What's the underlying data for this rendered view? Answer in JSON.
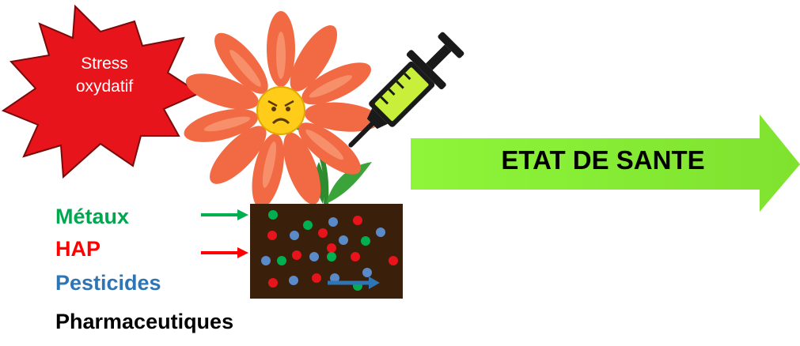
{
  "stress_burst": {
    "line1": "Stress",
    "line2": "oxydatif",
    "color": "#e8141c",
    "border_color": "#7a0a0a"
  },
  "main_arrow": {
    "label": "ETAT DE SANTE",
    "color": "#8ef53a"
  },
  "pollutants": [
    {
      "name": "Métaux",
      "color": "#00a650"
    },
    {
      "name": "HAP",
      "color": "#ff0000"
    },
    {
      "name": "Pesticides",
      "color": "#2e75b6"
    },
    {
      "name": "Pharmaceutiques",
      "color": "#000000"
    }
  ],
  "soil": {
    "color": "#3a1f0a",
    "particle_colors": [
      "#00b050",
      "#e8141c",
      "#5b8ac9"
    ]
  },
  "icons": {
    "flower": "sad-flower-icon",
    "syringe": "syringe-icon"
  }
}
